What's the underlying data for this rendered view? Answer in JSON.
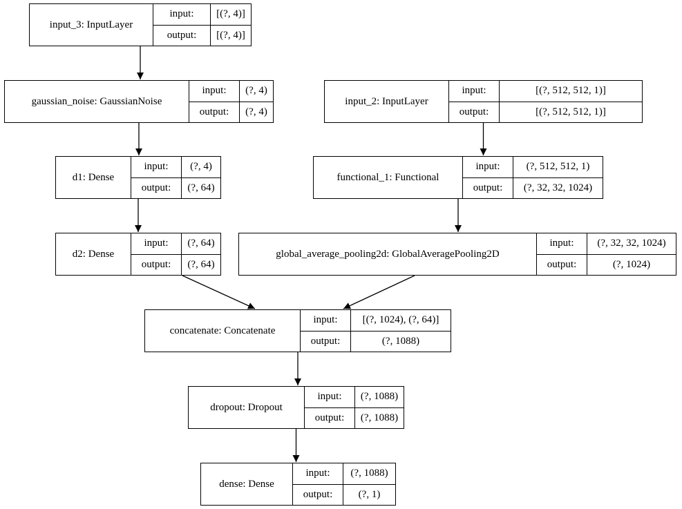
{
  "diagram": {
    "nodes": [
      {
        "id": "input_3",
        "label": "input_3: InputLayer",
        "in_label": "input:",
        "out_label": "output:",
        "input": "[(?, 4)]",
        "output": "[(?, 4)]"
      },
      {
        "id": "gaussian_noise",
        "label": "gaussian_noise: GaussianNoise",
        "in_label": "input:",
        "out_label": "output:",
        "input": "(?, 4)",
        "output": "(?, 4)"
      },
      {
        "id": "d1",
        "label": "d1: Dense",
        "in_label": "input:",
        "out_label": "output:",
        "input": "(?, 4)",
        "output": "(?, 64)"
      },
      {
        "id": "d2",
        "label": "d2: Dense",
        "in_label": "input:",
        "out_label": "output:",
        "input": "(?, 64)",
        "output": "(?, 64)"
      },
      {
        "id": "input_2",
        "label": "input_2: InputLayer",
        "in_label": "input:",
        "out_label": "output:",
        "input": "[(?, 512, 512, 1)]",
        "output": "[(?, 512, 512, 1)]"
      },
      {
        "id": "functional_1",
        "label": "functional_1: Functional",
        "in_label": "input:",
        "out_label": "output:",
        "input": "(?, 512, 512, 1)",
        "output": "(?, 32, 32, 1024)"
      },
      {
        "id": "global_average_pooling2d",
        "label": "global_average_pooling2d: GlobalAveragePooling2D",
        "in_label": "input:",
        "out_label": "output:",
        "input": "(?, 32, 32, 1024)",
        "output": "(?, 1024)"
      },
      {
        "id": "concatenate",
        "label": "concatenate: Concatenate",
        "in_label": "input:",
        "out_label": "output:",
        "input": "[(?, 1024), (?, 64)]",
        "output": "(?, 1088)"
      },
      {
        "id": "dropout",
        "label": "dropout: Dropout",
        "in_label": "input:",
        "out_label": "output:",
        "input": "(?, 1088)",
        "output": "(?, 1088)"
      },
      {
        "id": "dense",
        "label": "dense: Dense",
        "in_label": "input:",
        "out_label": "output:",
        "input": "(?, 1088)",
        "output": "(?, 1)"
      }
    ],
    "edges": [
      {
        "from": "input_3",
        "to": "gaussian_noise"
      },
      {
        "from": "gaussian_noise",
        "to": "d1"
      },
      {
        "from": "d1",
        "to": "d2"
      },
      {
        "from": "input_2",
        "to": "functional_1"
      },
      {
        "from": "functional_1",
        "to": "global_average_pooling2d"
      },
      {
        "from": "d2",
        "to": "concatenate"
      },
      {
        "from": "global_average_pooling2d",
        "to": "concatenate"
      },
      {
        "from": "concatenate",
        "to": "dropout"
      },
      {
        "from": "dropout",
        "to": "dense"
      }
    ],
    "line_color": "#000000"
  }
}
